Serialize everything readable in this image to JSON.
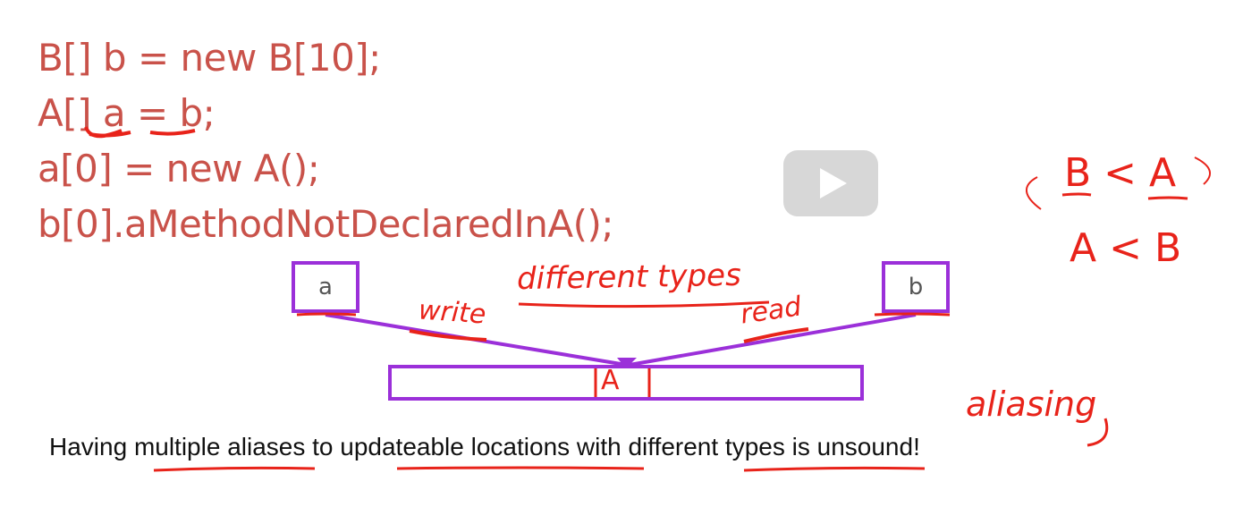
{
  "code": {
    "lines": [
      "B[] b = new B[10];",
      "A[] a = b;",
      "a[0] = new A();",
      "b[0].aMethodNotDeclaredInA();"
    ]
  },
  "diagram": {
    "box_a_label": "a",
    "box_b_label": "b",
    "array_cell_label": "A"
  },
  "annotations": {
    "different_types": "different types",
    "write": "write",
    "read": "read",
    "aliasing": "aliasing",
    "b_lt_a": "B < A",
    "a_lt_b": "A < B"
  },
  "caption": "Having multiple aliases to updateable locations with different types is unsound!",
  "colors": {
    "code_text": "#c9524a",
    "box_outline": "#9b30d9",
    "pen_ink": "#e8231a"
  },
  "video": {
    "play_icon": "play-icon"
  }
}
